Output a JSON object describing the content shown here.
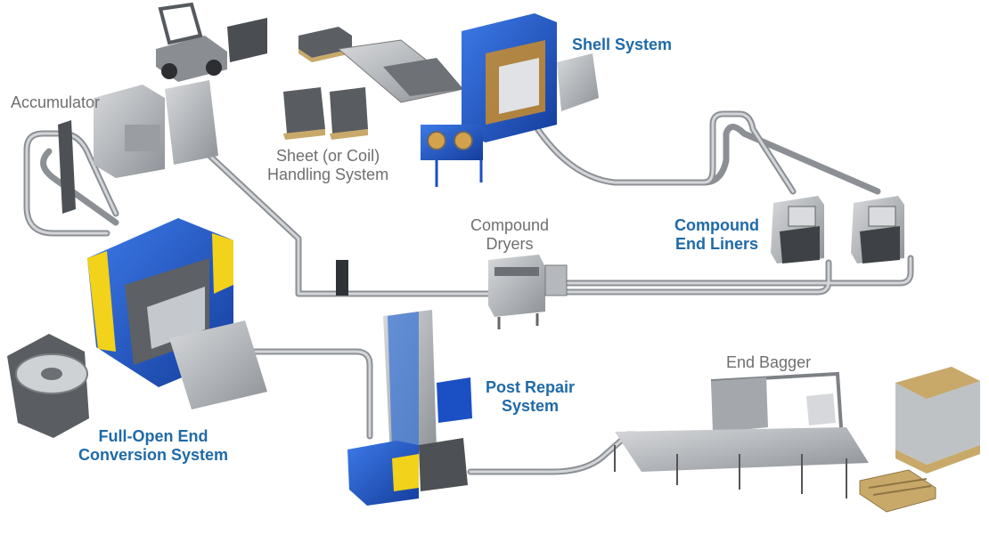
{
  "colors": {
    "brand_blue": "#1f6aa8",
    "label_gray": "#6f6f6f",
    "machine_blue": "#1b4fc4",
    "machine_yellow": "#f2d21a",
    "steel": "#a9adb2",
    "pallet": "#c8a96a"
  },
  "labels": {
    "shell_system": [
      "Shell System"
    ],
    "accumulator": [
      "Accumulator"
    ],
    "sheet_handling": [
      "Sheet (or Coil)",
      "Handling System"
    ],
    "compound_dryers": [
      "Compound",
      "Dryers"
    ],
    "compound_end_liners": [
      "Compound",
      "End Liners"
    ],
    "post_repair": [
      "Post Repair",
      "System"
    ],
    "end_bagger": [
      "End Bagger"
    ],
    "full_open_end": [
      "Full-Open End",
      "Conversion System"
    ]
  }
}
